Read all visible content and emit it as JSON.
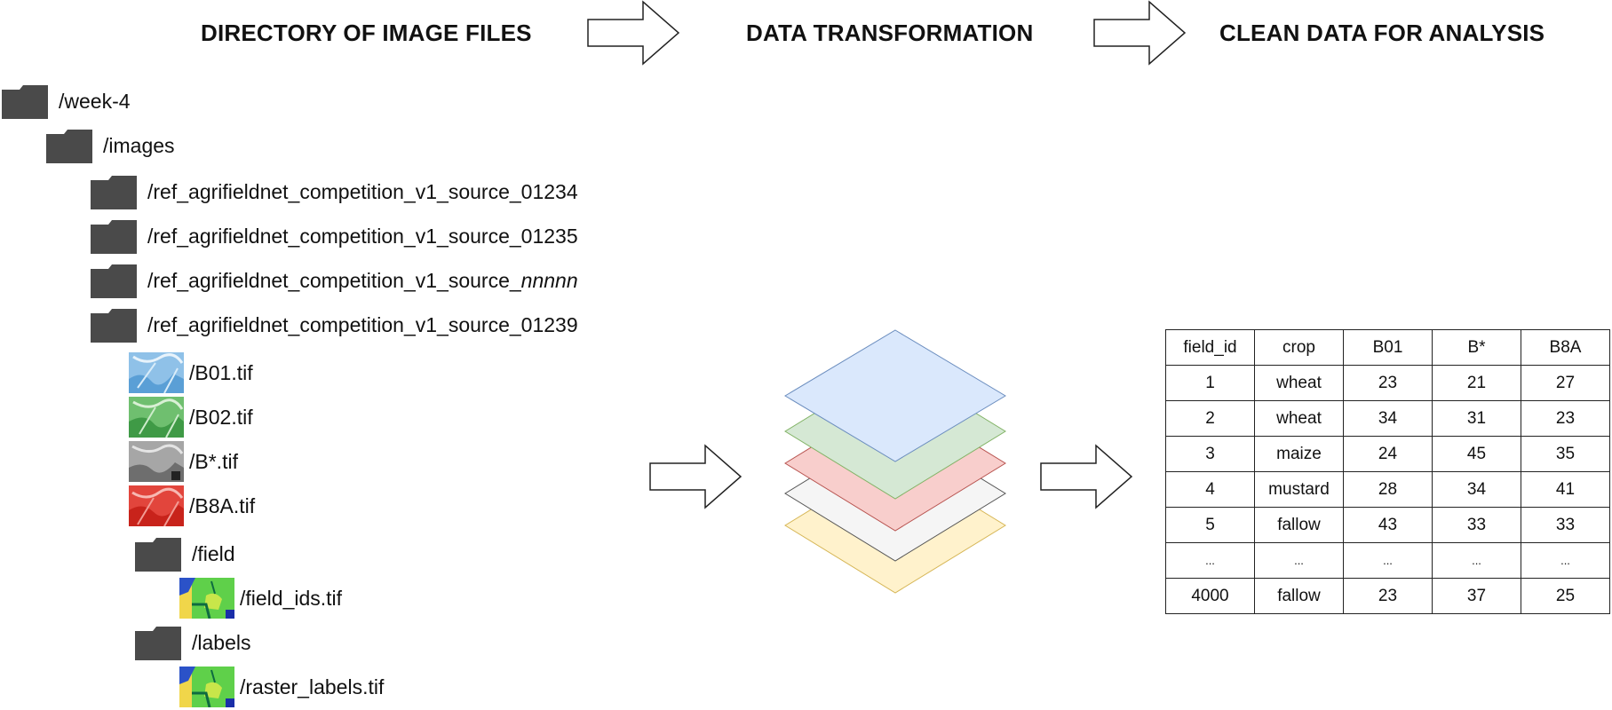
{
  "headings": {
    "left": "DIRECTORY OF IMAGE FILES",
    "middle": "DATA TRANSFORMATION",
    "right": "CLEAN DATA FOR ANALYSIS"
  },
  "tree": {
    "week": "/week-4",
    "images": "/images",
    "sources": [
      {
        "prefix": "/ref_agrifieldnet_competition_v1_source_",
        "suffix": "01234"
      },
      {
        "prefix": "/ref_agrifieldnet_competition_v1_source_",
        "suffix": "01235"
      },
      {
        "prefix": "/ref_agrifieldnet_competition_v1_source_",
        "suffix": "nnnnn"
      },
      {
        "prefix": "/ref_agrifieldnet_competition_v1_source_",
        "suffix": "01239"
      }
    ],
    "bands": [
      "/B01.tif",
      "/B02.tif",
      "/B*.tif",
      "/B8A.tif"
    ],
    "field_folder": "/field",
    "field_file": "/field_ids.tif",
    "labels_folder": "/labels",
    "labels_file": "/raster_labels.tif"
  },
  "layer_colors": [
    "#fff2cc",
    "#f5f5f5",
    "#f8cecc",
    "#d5e8d4",
    "#dae8fc"
  ],
  "table": {
    "headers": [
      "field_id",
      "crop",
      "B01",
      "B*",
      "B8A"
    ],
    "rows": [
      [
        "1",
        "wheat",
        "23",
        "21",
        "27"
      ],
      [
        "2",
        "wheat",
        "34",
        "31",
        "23"
      ],
      [
        "3",
        "maize",
        "24",
        "45",
        "35"
      ],
      [
        "4",
        "mustard",
        "28",
        "34",
        "41"
      ],
      [
        "5",
        "fallow",
        "43",
        "33",
        "33"
      ],
      [
        "...",
        "...",
        "...",
        "...",
        "..."
      ],
      [
        "4000",
        "fallow",
        "23",
        "37",
        "25"
      ]
    ]
  }
}
